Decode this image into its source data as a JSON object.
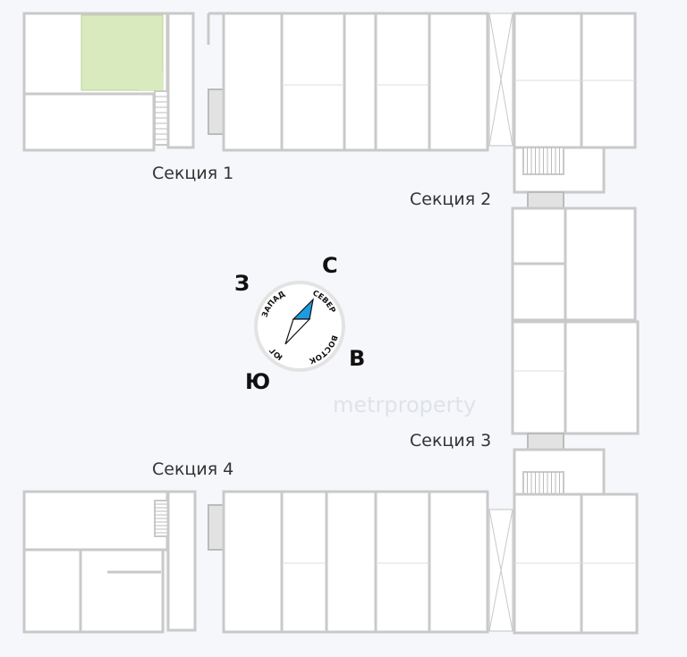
{
  "sections": [
    {
      "label": "Секция 1"
    },
    {
      "label": "Секция 2"
    },
    {
      "label": "Секция 3"
    },
    {
      "label": "Секция 4"
    }
  ],
  "compass": {
    "ring_labels": {
      "north": "СЕВЕР",
      "east": "ВОСТОК",
      "south": "ЮГ",
      "west": "ЗАПАД"
    },
    "letters": {
      "north": "С",
      "east": "В",
      "south": "Ю",
      "west": "З"
    },
    "needle_color": "#1e9be0"
  },
  "highlight": {
    "color": "#d9eabf"
  },
  "colors": {
    "wall": "#c9c9c9",
    "room": "#ffffff",
    "background": "#f6f7fb"
  },
  "watermark": "metrproperty"
}
